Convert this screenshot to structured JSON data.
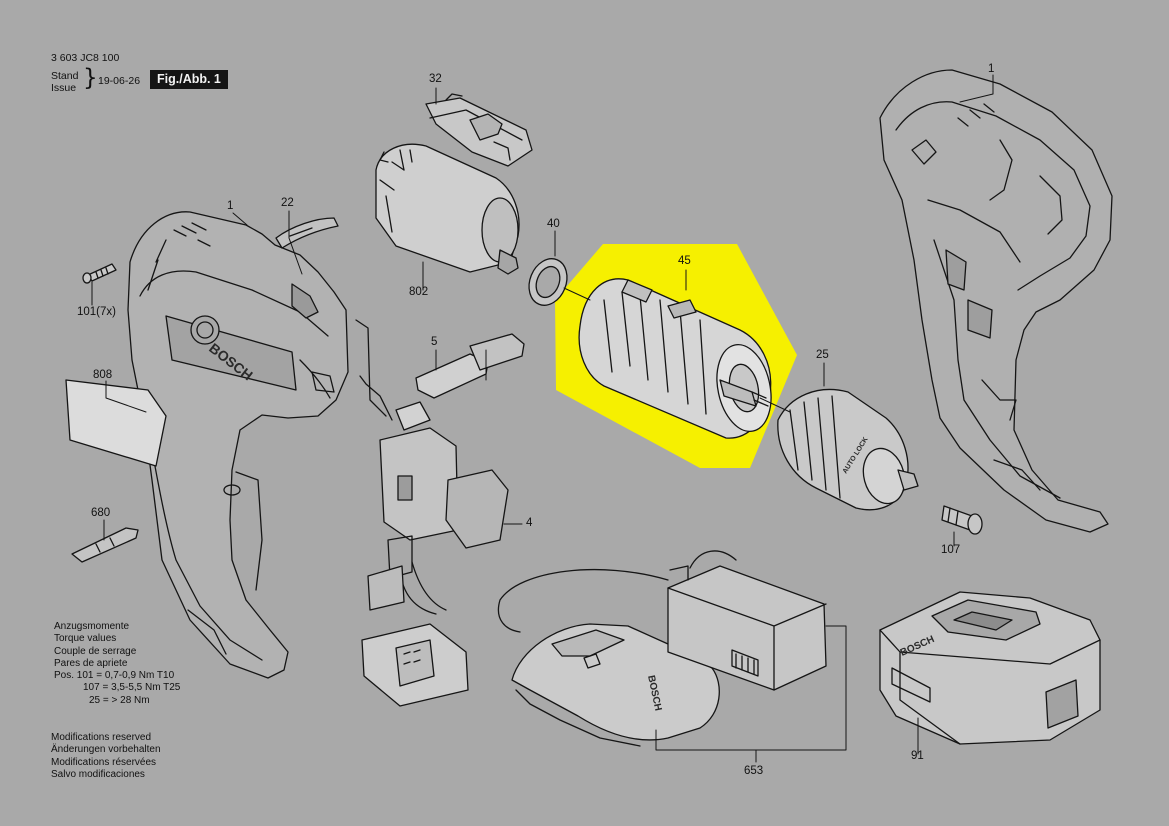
{
  "header": {
    "drawing_number": "3 603 JC8 100",
    "stand_label": "Stand",
    "issue_label": "Issue",
    "issue_date": "19-06-26",
    "figure_label": "Fig./Abb. 1"
  },
  "parts": {
    "p1_housing_left": "1",
    "p1_housing_right": "1",
    "p22": "22",
    "p32": "32",
    "p802": "802",
    "p40": "40",
    "p45": "45",
    "p25": "25",
    "p101": "101(7x)",
    "p808": "808",
    "p5": "5",
    "p4": "4",
    "p680": "680",
    "p107": "107",
    "p653": "653",
    "p91": "91"
  },
  "brand": {
    "housing_logo": "BOSCH",
    "charger_logo": "BOSCH",
    "battery_logo": "BOSCH",
    "chuck_text": "AUTO LOCK",
    "highlight_color": "#f6f000"
  },
  "torque": {
    "heading": [
      "Anzugsmomente",
      "Torque values",
      "Couple de serrage",
      "Pares de apriete"
    ],
    "line1": "Pos. 101 = 0,7-0,9 Nm T10",
    "line2": "107 = 3,5-5,5 Nm T25",
    "line3": "25 = > 28 Nm"
  },
  "modifications": [
    "Modifications reserved",
    "Änderungen vorbehalten",
    "Modifications réservées",
    "Salvo modificaciones"
  ]
}
